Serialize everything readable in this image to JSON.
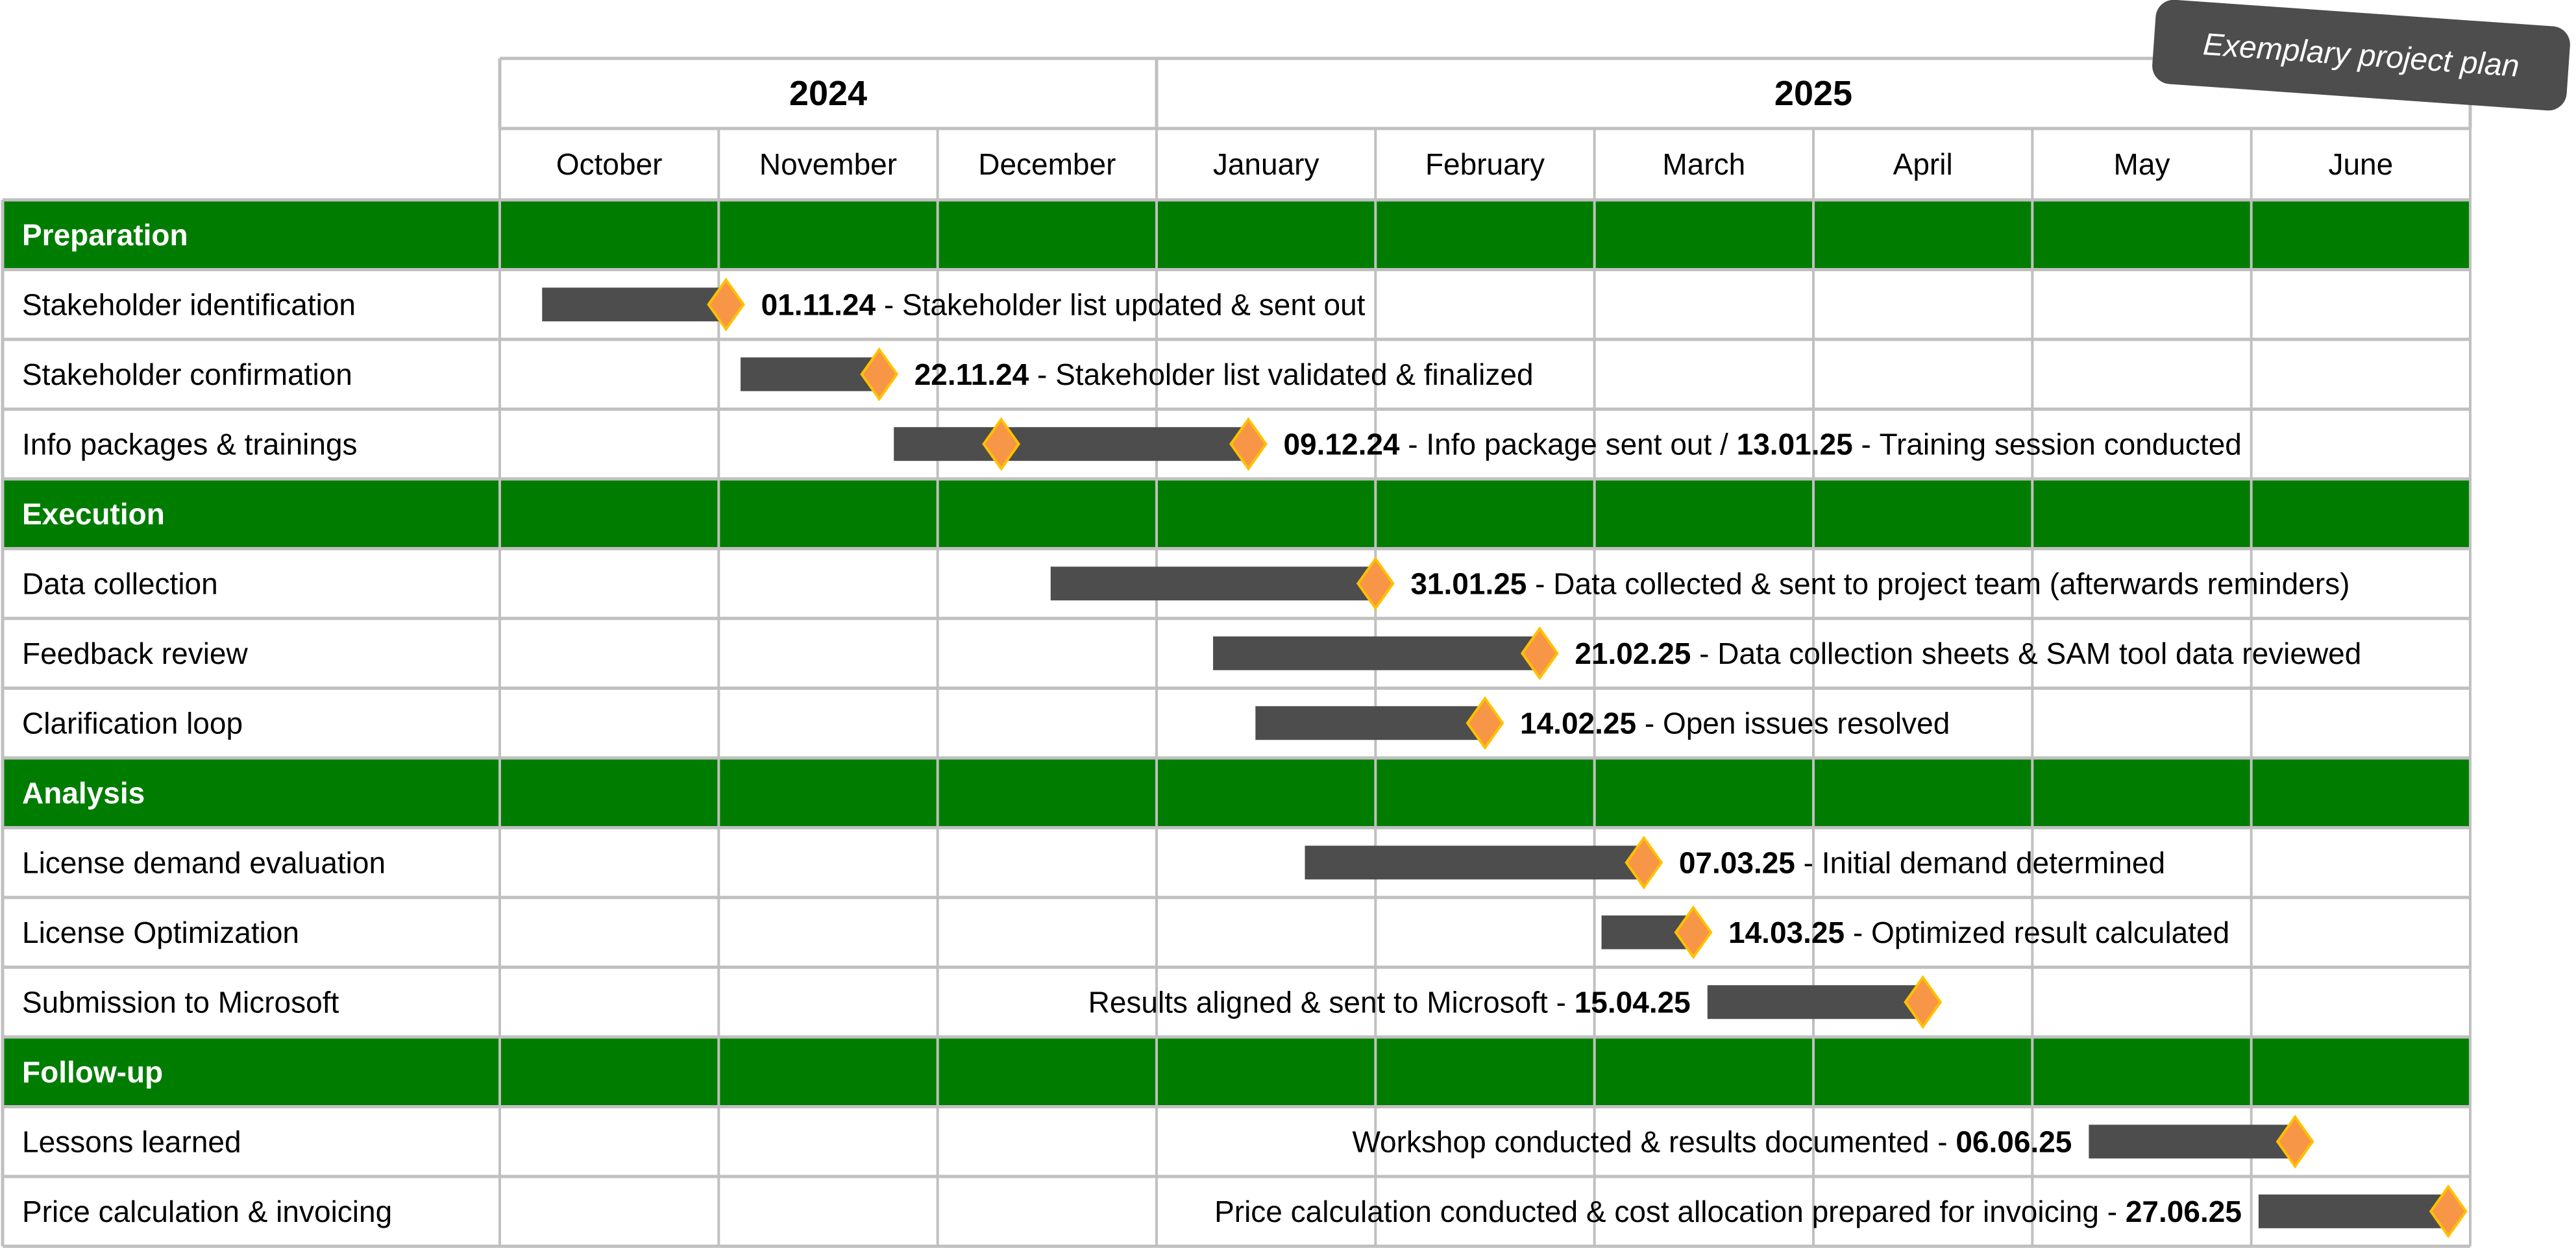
{
  "badge": {
    "title": "Exemplary project plan"
  },
  "colors": {
    "phase": "#007d00",
    "grid": "#c0c0c0",
    "bar": "#4d4d4d",
    "milestone": "#f79646",
    "milestone_border": "#ffc000",
    "badge": "#4d4d4d"
  },
  "chart_data": {
    "type": "gantt",
    "title": "Exemplary project plan",
    "years": [
      {
        "label": "2024",
        "months": 3
      },
      {
        "label": "2025",
        "months": 6
      }
    ],
    "months": [
      "October",
      "November",
      "December",
      "January",
      "February",
      "March",
      "April",
      "May",
      "June"
    ],
    "timeline_range": [
      "2024-10-01",
      "2025-06-30"
    ],
    "rows": [
      {
        "type": "phase",
        "label": "Preparation"
      },
      {
        "type": "task",
        "label": "Stakeholder identification",
        "start": "2024-10-06",
        "end": "2024-11-01",
        "milestones": [
          "2024-11-01"
        ],
        "annotation_side": "right",
        "annotation": [
          {
            "t": "01.11.24",
            "b": true
          },
          {
            "t": " - Stakeholder list updated & sent out",
            "b": false
          }
        ]
      },
      {
        "type": "task",
        "label": "Stakeholder confirmation",
        "start": "2024-11-03",
        "end": "2024-11-22",
        "milestones": [
          "2024-11-22"
        ],
        "annotation_side": "right",
        "annotation": [
          {
            "t": "22.11.24",
            "b": true
          },
          {
            "t": " - Stakeholder list validated & finalized",
            "b": false
          }
        ]
      },
      {
        "type": "task",
        "label": "Info packages & trainings",
        "start": "2024-11-24",
        "end": "2025-01-13",
        "milestones": [
          "2024-12-09",
          "2025-01-13"
        ],
        "annotation_side": "right",
        "annotation": [
          {
            "t": "09.12.24",
            "b": true
          },
          {
            "t": " - Info package sent out / ",
            "b": false
          },
          {
            "t": "13.01.25",
            "b": true
          },
          {
            "t": " - Training session conducted",
            "b": false
          }
        ]
      },
      {
        "type": "phase",
        "label": "Execution"
      },
      {
        "type": "task",
        "label": "Data collection",
        "start": "2024-12-16",
        "end": "2025-01-31",
        "milestones": [
          "2025-01-31"
        ],
        "annotation_side": "right",
        "annotation": [
          {
            "t": "31.01.25",
            "b": true
          },
          {
            "t": " - Data collected & sent to project team (afterwards reminders)",
            "b": false
          }
        ]
      },
      {
        "type": "task",
        "label": "Feedback review",
        "start": "2025-01-08",
        "end": "2025-02-21",
        "milestones": [
          "2025-02-21"
        ],
        "annotation_side": "right",
        "annotation": [
          {
            "t": "21.02.25",
            "b": true
          },
          {
            "t": " - Data collection sheets & SAM tool data reviewed",
            "b": false
          }
        ]
      },
      {
        "type": "task",
        "label": "Clarification loop",
        "start": "2025-01-14",
        "end": "2025-02-14",
        "milestones": [
          "2025-02-14"
        ],
        "annotation_side": "right",
        "annotation": [
          {
            "t": "14.02.25",
            "b": true
          },
          {
            "t": " - Open issues resolved",
            "b": false
          }
        ]
      },
      {
        "type": "phase",
        "label": "Analysis"
      },
      {
        "type": "task",
        "label": "License demand evaluation",
        "start": "2025-01-21",
        "end": "2025-03-07",
        "milestones": [
          "2025-03-07"
        ],
        "annotation_side": "right",
        "annotation": [
          {
            "t": "07.03.25",
            "b": true
          },
          {
            "t": " - Initial demand determined",
            "b": false
          }
        ]
      },
      {
        "type": "task",
        "label": "License Optimization",
        "start": "2025-03-01",
        "end": "2025-03-14",
        "milestones": [
          "2025-03-14"
        ],
        "annotation_side": "right",
        "annotation": [
          {
            "t": "14.03.25",
            "b": true
          },
          {
            "t": " - Optimized result calculated",
            "b": false
          }
        ]
      },
      {
        "type": "task",
        "label": "Submission to Microsoft",
        "start": "2025-03-16",
        "end": "2025-04-15",
        "milestones": [
          "2025-04-15"
        ],
        "annotation_side": "left",
        "annotation": [
          {
            "t": "Results aligned & sent to Microsoft - ",
            "b": false
          },
          {
            "t": "15.04.25",
            "b": true
          }
        ]
      },
      {
        "type": "phase",
        "label": "Follow-up"
      },
      {
        "type": "task",
        "label": "Lessons learned",
        "start": "2025-05-08",
        "end": "2025-06-06",
        "milestones": [
          "2025-06-06"
        ],
        "annotation_side": "left",
        "annotation": [
          {
            "t": "Workshop conducted & results documented - ",
            "b": false
          },
          {
            "t": "06.06.25",
            "b": true
          }
        ]
      },
      {
        "type": "task",
        "label": "Price calculation & invoicing",
        "start": "2025-06-01",
        "end": "2025-06-27",
        "milestones": [
          "2025-06-27"
        ],
        "annotation_side": "left",
        "annotation": [
          {
            "t": "Price calculation conducted & cost allocation prepared for invoicing - ",
            "b": false
          },
          {
            "t": "27.06.25",
            "b": true
          }
        ]
      }
    ]
  }
}
